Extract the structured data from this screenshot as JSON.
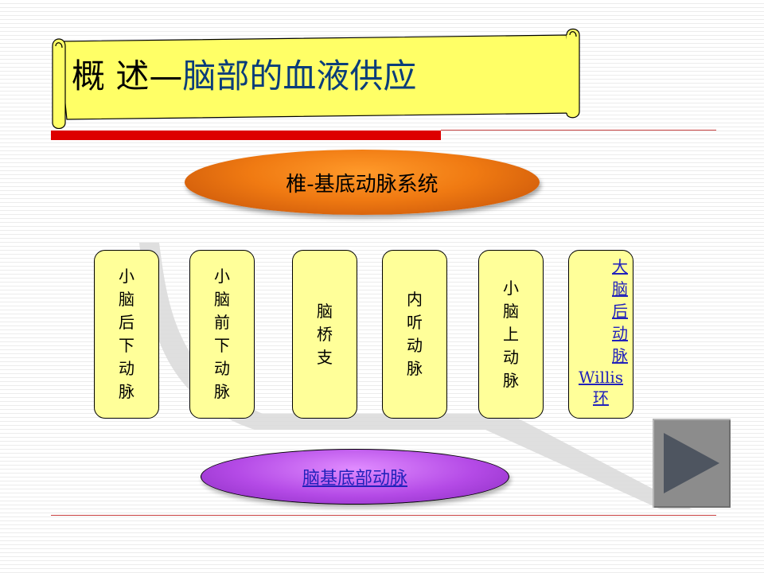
{
  "slide": {
    "title_prefix": "概 述—",
    "title_main": "脑部的血液供应",
    "system_label": "椎-基底动脉系统",
    "branches": [
      {
        "label": "小\n脑\n后\n下\n动\n脉"
      },
      {
        "label": "小\n脑\n前\n下\n动\n脉"
      },
      {
        "label": "脑\n桥\n支"
      },
      {
        "label": "内\n听\n动\n脉"
      },
      {
        "label": "小\n脑\n上\n动\n脉"
      }
    ],
    "link_branch": {
      "chars": "大\n脑\n后\n动\n脉",
      "willis": "Willis",
      "huan": "环"
    },
    "base_link": "脑基底部动脉"
  },
  "colors": {
    "scroll_fill": "#ffff66",
    "title_accent": "#0a3d7a",
    "red_bar": "#dd0000",
    "system_ellipse": "#f07a12",
    "branch_fill": "#ffff99",
    "base_ellipse": "#b44ae6",
    "link": "#2222bb",
    "next_button": "#8c8c8c"
  },
  "icons": {
    "next": "play-triangle-icon"
  }
}
